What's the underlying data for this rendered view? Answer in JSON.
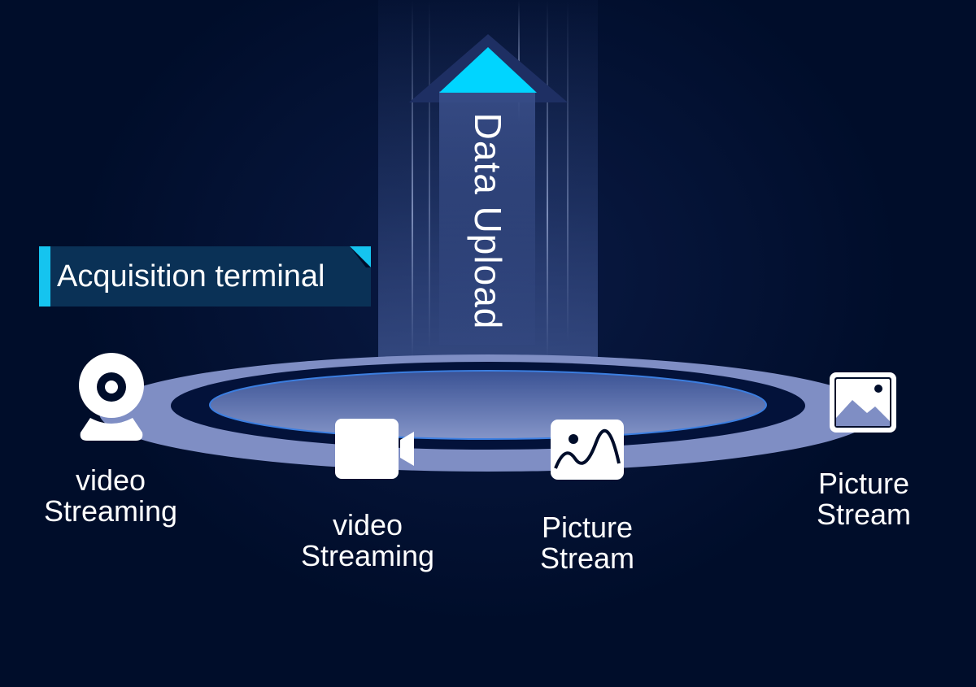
{
  "title": "Acquisition terminal",
  "upload_label": "Data Upload",
  "colors": {
    "background": "#000d2a",
    "accent": "#15c4ef",
    "arrow": "#00d5ff",
    "ring": "#7f8ec4"
  },
  "nodes": [
    {
      "icon": "webcam-icon",
      "line1": "video",
      "line2": "Streaming"
    },
    {
      "icon": "video-camera-icon",
      "line1": "video",
      "line2": "Streaming"
    },
    {
      "icon": "picture-icon",
      "line1": "Picture",
      "line2": "Stream"
    },
    {
      "icon": "landscape-image-icon",
      "line1": "Picture",
      "line2": "Stream"
    }
  ]
}
